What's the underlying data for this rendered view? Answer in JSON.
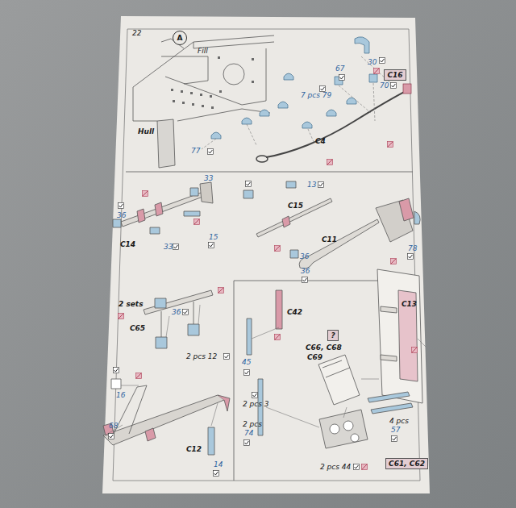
{
  "diagram": {
    "nodes": [
      {
        "text": [
          "A"
        ]
      },
      {
        "text": [
          "C16"
        ]
      },
      {
        "text": [
          "?"
        ]
      },
      {
        "text": [
          "C61, C62"
        ]
      }
    ],
    "labels": [
      "22",
      "Fill",
      "Hull",
      "7 pcs 79",
      "67",
      "70",
      "30",
      "C4",
      "77",
      "36",
      "33",
      "C14",
      "33",
      "15",
      "13",
      "C15",
      "C11",
      "78",
      "36",
      "36",
      "2 sets",
      "36",
      "C65",
      "2 pcs 12",
      "16",
      "68",
      "C12",
      "14",
      "C42",
      "45",
      "C66, C68",
      "C69",
      "C13",
      "2 pcs 3",
      "2 pcs",
      "74",
      "4 pcs",
      "57",
      "2 pcs 44"
    ]
  }
}
